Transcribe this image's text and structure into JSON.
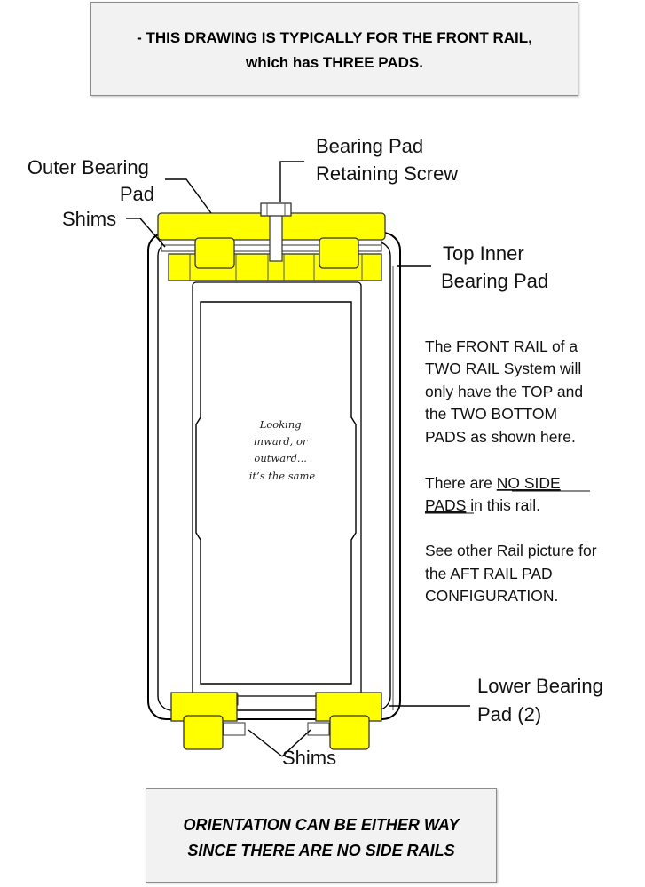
{
  "top_note": {
    "line1": "- THIS DRAWING IS TYPICALLY FOR THE FRONT RAIL,",
    "line2": "which has THREE PADS."
  },
  "labels": {
    "outer_bearing_pad": [
      "Outer Bearing",
      "Pad"
    ],
    "shims_top": "Shims",
    "retaining_screw": [
      "Bearing Pad",
      "Retaining Screw"
    ],
    "top_inner_pad": [
      "Top Inner",
      "Bearing Pad"
    ],
    "lower_pad": [
      "Lower Bearing",
      "Pad (2)"
    ],
    "shims_bottom": "Shims"
  },
  "inner_note": [
    "Looking",
    "inward, or",
    "outward...",
    "it’s the same"
  ],
  "side_text": {
    "p1": [
      "The FRONT RAIL of a",
      "TWO RAIL System will",
      "only have the TOP and",
      "the TWO BOTTOM",
      "PADS as shown here."
    ],
    "p2_pre": "There are ",
    "p2_u1": "NO SIDE",
    "p2_u2": "PADS",
    "p2_post": " in this rail.",
    "p3": [
      "See other Rail picture for",
      "the AFT RAIL PAD",
      "CONFIGURATION."
    ]
  },
  "bottom_note": {
    "line1": "ORIENTATION CAN BE EITHER WAY",
    "line2": "SINCE THERE ARE NO SIDE RAILS"
  },
  "colors": {
    "pad": "#ffff00",
    "box": "#f2f2f2"
  }
}
